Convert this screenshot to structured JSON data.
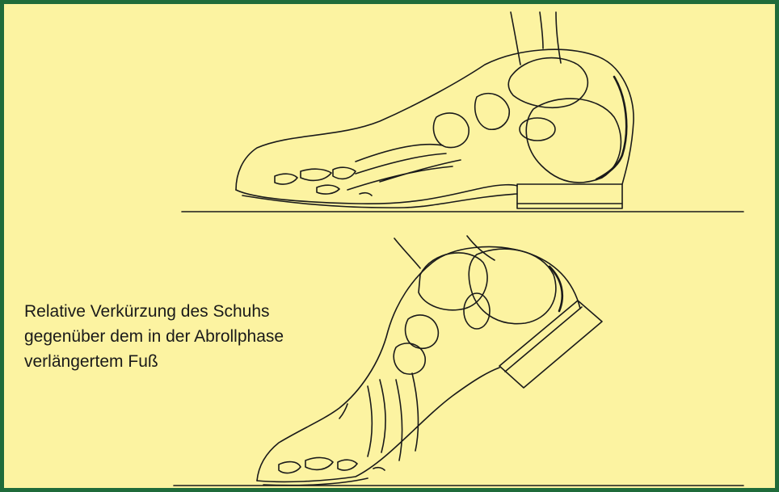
{
  "colors": {
    "background": "#fcf3a1",
    "border": "#1f6b3a",
    "line": "#1a1a1a"
  },
  "caption": {
    "line1": "Relative Verkürzung des Schuhs",
    "line2": "gegenüber dem in der Abrollphase",
    "line3": "verlängertem Fuß"
  }
}
